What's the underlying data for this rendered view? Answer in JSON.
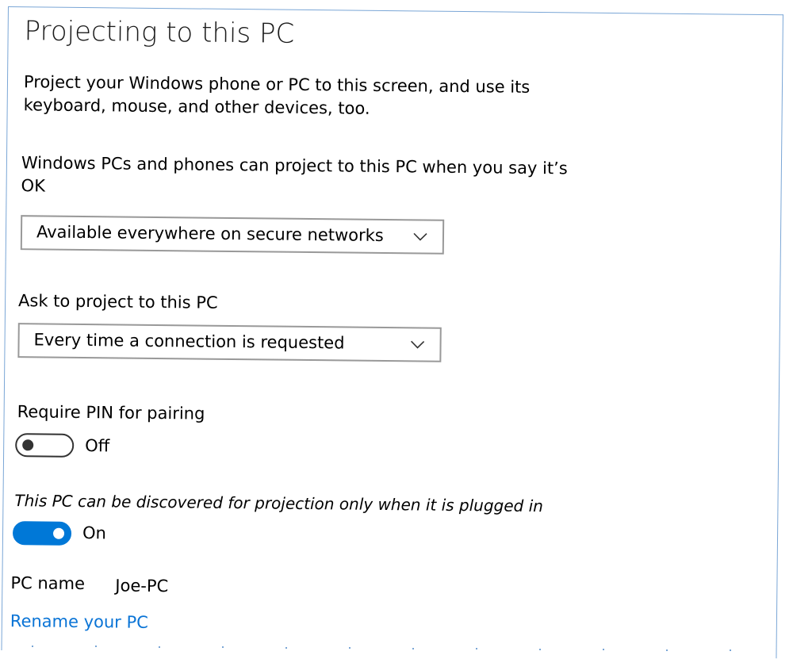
{
  "page": {
    "title": "Projecting to this PC",
    "description": "Project your Windows phone or PC to this screen, and use its keyboard, mouse, and other devices, too."
  },
  "availability": {
    "label": "Windows PCs and phones can project to this PC when you say it’s OK",
    "selected": "Available everywhere on secure networks"
  },
  "ask": {
    "label": "Ask to project to this PC",
    "selected": "Every time a connection is requested"
  },
  "pin": {
    "label": "Require PIN for pairing",
    "state": "Off"
  },
  "plugged": {
    "label": "This PC can be discovered for projection only when it is plugged in",
    "state": "On"
  },
  "pc": {
    "name_label": "PC name",
    "name_value": "Joe-PC",
    "rename_link": "Rename your PC"
  },
  "colors": {
    "accent": "#0078d7",
    "link": "#0a74d6",
    "border": "#7aa6d6"
  }
}
